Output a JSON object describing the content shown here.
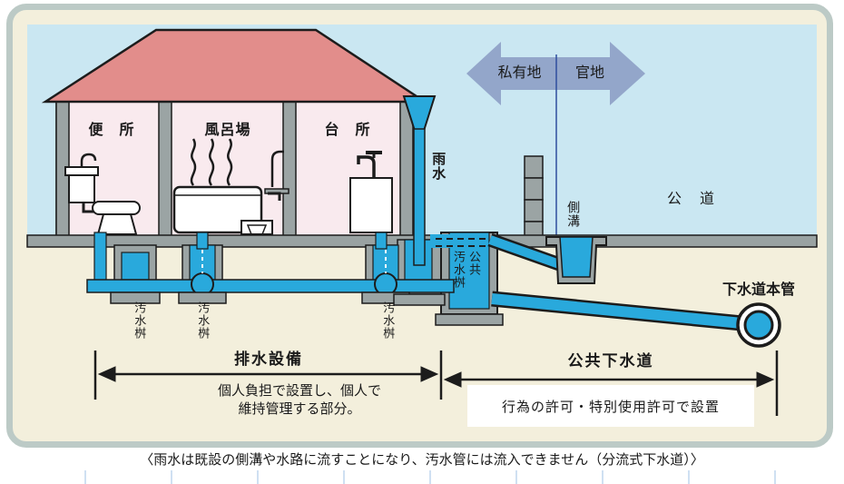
{
  "diagram": {
    "zones": {
      "private_label": "私有地",
      "public_label": "官地"
    },
    "house": {
      "rooms": [
        {
          "label": "便　所"
        },
        {
          "label": "風呂場"
        },
        {
          "label": "台　所"
        }
      ]
    },
    "labels": {
      "rain_water": "雨水",
      "side_gutter": "側溝",
      "public_road": "公　道",
      "main_sewer": "下水道本管"
    },
    "public_basin": {
      "line1": "公共",
      "line2": "汚水桝"
    },
    "sewage_basins": [
      {
        "label": "汚水桝"
      },
      {
        "label": "汚水桝"
      },
      {
        "label": "汚水桝"
      }
    ],
    "dimensions": {
      "left": {
        "title": "排水設備",
        "note_line1": "個人負担で設置し、個人で",
        "note_line2": "維持管理する部分。"
      },
      "right": {
        "title": "公共下水道",
        "permit_note": "行為の許可・特別使用許可で設置"
      }
    },
    "footer_note": "〈雨水は既設の側溝や水路に流すことになり、汚水管には流入できません（分流式下水道）〉",
    "colors": {
      "sky": "#cae7f2",
      "card_bg": "#f3efdc",
      "card_border": "#bccac6",
      "roof": "#e28d8b",
      "wall_gray": "#9ba4a4",
      "house_interior": "#f9eaee",
      "water_blue": "#29a9dc",
      "zone_arrow": "#93a6ca",
      "boundary_line": "#2e4f9e"
    }
  }
}
